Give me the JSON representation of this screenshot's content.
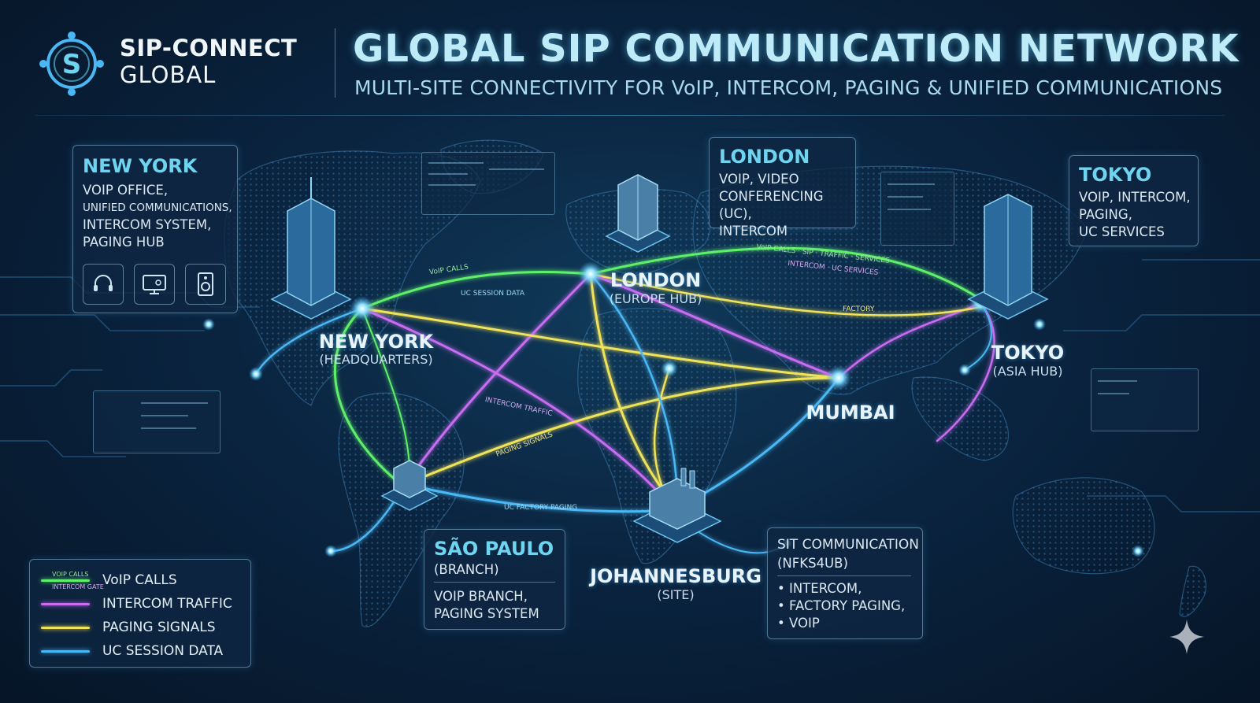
{
  "brand": {
    "name": "SIP-CONNECT",
    "sub": "GLOBAL"
  },
  "header": {
    "title": "GLOBAL SIP COMMUNICATION NETWORK",
    "subtitle": "MULTI-SITE CONNECTIVITY FOR VoIP, INTERCOM, PAGING & UNIFIED COMMUNICATIONS"
  },
  "panels": {
    "new_york": {
      "title": "NEW YORK",
      "lines": [
        "VOIP OFFICE,",
        "UNIFIED COMMUNICATIONS,",
        "INTERCOM SYSTEM,",
        "PAGING HUB"
      ]
    },
    "london": {
      "title": "LONDON",
      "lines": [
        "VOIP, VIDEO",
        "CONFERENCING (UC),",
        "INTERCOM"
      ]
    },
    "tokyo": {
      "title": "TOKYO",
      "lines": [
        "VOIP, INTERCOM,",
        "PAGING,",
        "UC SERVICES"
      ]
    },
    "sao_paulo": {
      "title": "SÃO PAULO",
      "sub": "(BRANCH)",
      "lines": [
        "VOIP BRANCH,",
        "PAGING SYSTEM"
      ]
    },
    "johannesburg": {
      "title": "SIT COMMUNICATION",
      "sub": "(NFKS4UB)",
      "lines": [
        "• INTERCOM,",
        "• FACTORY PAGING,",
        "• VOIP"
      ]
    }
  },
  "cities": {
    "new_york": {
      "name": "NEW YORK",
      "sub": "(HEADQUARTERS)"
    },
    "london": {
      "name": "LONDON",
      "sub": "(EUROPE HUB)"
    },
    "tokyo": {
      "name": "TOKYO",
      "sub": "(ASIA HUB)"
    },
    "mumbai": {
      "name": "MUMBAI"
    },
    "johannesburg": {
      "name": "JOHANNESBURG",
      "sub": "(SITE)"
    }
  },
  "legend": {
    "items": [
      {
        "label": "VoIP CALLS",
        "color": "#5ef06a",
        "tag": "VOIP CALLS"
      },
      {
        "label": "INTERCOM TRAFFIC",
        "color": "#c86cf2",
        "tag": "INTERCOM GATE"
      },
      {
        "label": "PAGING SIGNALS",
        "color": "#f0e35a"
      },
      {
        "label": "UC SESSION DATA",
        "color": "#4ab8f5"
      }
    ]
  },
  "route_labels": {
    "voip_calls": "VoIP CALLS",
    "uc_session": "UC SESSION DATA",
    "voip_calls_2": "VoIP CALLS · SIP · TRAFFIC · SERVICES",
    "intercom_uc": "INTERCOM · UC SERVICES",
    "factory_paging": "UC FACTORY PAGING",
    "paging_signals": "PAGING SIGNALS",
    "intercom_traffic": "INTERCOM TRAFFIC",
    "factory": "FACTORY"
  },
  "colors": {
    "voip": "#5ef06a",
    "intercom": "#c86cf2",
    "paging": "#f0e35a",
    "uc": "#4ab8f5",
    "accent": "#6fd4f0"
  },
  "icons": [
    "brand-logo-icon",
    "headset-icon",
    "monitor-icon",
    "speaker-icon",
    "sparkle-icon"
  ]
}
